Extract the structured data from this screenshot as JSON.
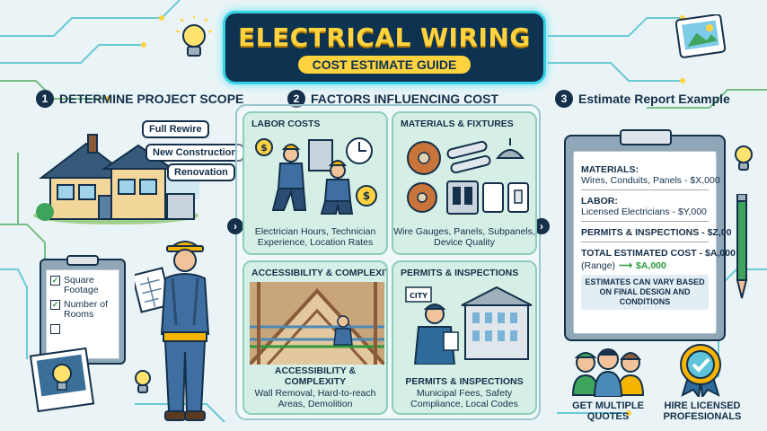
{
  "title": {
    "main": "ELECTRICAL WIRING",
    "sub": "COST ESTIMATE GUIDE"
  },
  "sections": [
    {
      "num": "1",
      "label": "DETERMINE PROJECT SCOPE"
    },
    {
      "num": "2",
      "label": "FACTORS INFLUENCING COST"
    },
    {
      "num": "3",
      "label": "Estimate Report Example"
    }
  ],
  "scope": {
    "bubbles": [
      "Full Rewire",
      "New Construction",
      "Renovation"
    ],
    "checklist": [
      {
        "label": "Square Footage",
        "checked": true
      },
      {
        "label": "Number of Rooms",
        "checked": true
      },
      {
        "label": "",
        "checked": false
      }
    ]
  },
  "factors": [
    {
      "title": "LABOR COSTS",
      "desc": "Electrician Hours, Technician Experience, Location Rates"
    },
    {
      "title": "MATERIALS & FIXTURES",
      "desc": "Wire Gauges, Panels, Subpanels, Device Quality"
    },
    {
      "title": "ACCESSIBILITY & COMPLEXITY",
      "subtitle": "ACCESSIBILITY & COMPLEXITY",
      "desc": "Wall Removal, Hard-to-reach Areas, Demolition"
    },
    {
      "title": "PERMITS & INSPECTIONS",
      "subtitle": "PERMITS & INSPECTIONS",
      "desc": "Municipal Fees, Safety Compliance, Local Codes"
    }
  ],
  "report": {
    "materials_head": "MATERIALS:",
    "materials_line": "Wires, Conduits, Panels - $X,000",
    "labor_head": "LABOR:",
    "labor_line": "Licensed Electricians  - $Y,000",
    "permits_line": "PERMITS & INSPECTIONS - $Z,00",
    "total_line": "TOTAL ESTIMATED COST - $A,000",
    "range_label": "(Range)",
    "range_value": "$A,000",
    "note": "ESTIMATES CAN VARY BASED ON FINAL DESIGN AND CONDITIONS"
  },
  "tips": [
    {
      "label": "GET MULTIPLE QUOTES"
    },
    {
      "label": "HIRE LICENSED PROFESIONALS"
    }
  ],
  "city_sign": "CITY",
  "colors": {
    "navy": "#14304a",
    "gold": "#ffd23f",
    "cyan": "#39d0e6",
    "mint": "#d5efe6",
    "green": "#2c9a3a"
  }
}
